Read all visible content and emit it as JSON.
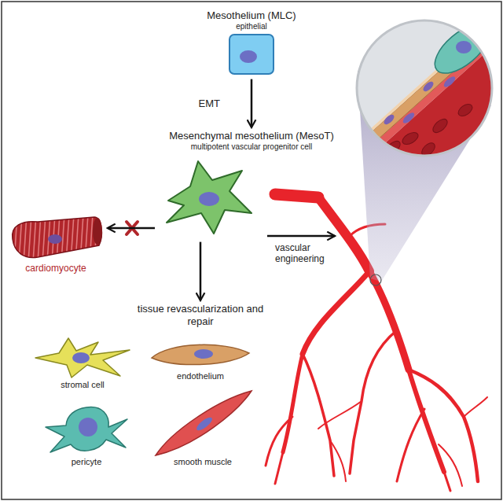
{
  "diagram": {
    "nodes": [
      {
        "text": [
          "Mesothelium (MLC)",
          "epithelial"
        ]
      },
      {
        "text": [
          "Mesenchymal mesothelium (MesoT)",
          "multipotent vascular progenitor cell"
        ]
      },
      {
        "text": [
          "cardiomyocyte"
        ]
      },
      {
        "text": [
          "tissue revascularization and repair"
        ]
      },
      {
        "text": [
          "stromal cell"
        ],
        "in": 3
      },
      {
        "text": [
          "endothelium"
        ],
        "in": 3
      },
      {
        "text": [
          "pericyte"
        ],
        "in": 3
      },
      {
        "text": [
          "smooth muscle"
        ],
        "in": 3
      }
    ],
    "edges": [
      {
        "from": 0,
        "to": 1,
        "label": "EMT",
        "arrow": "to"
      },
      {
        "from": 1,
        "to": 2,
        "arrow": "to"
      },
      {
        "from": 1,
        "to": 3,
        "arrow": "to"
      }
    ],
    "labels": [
      "vascular engineering"
    ]
  }
}
